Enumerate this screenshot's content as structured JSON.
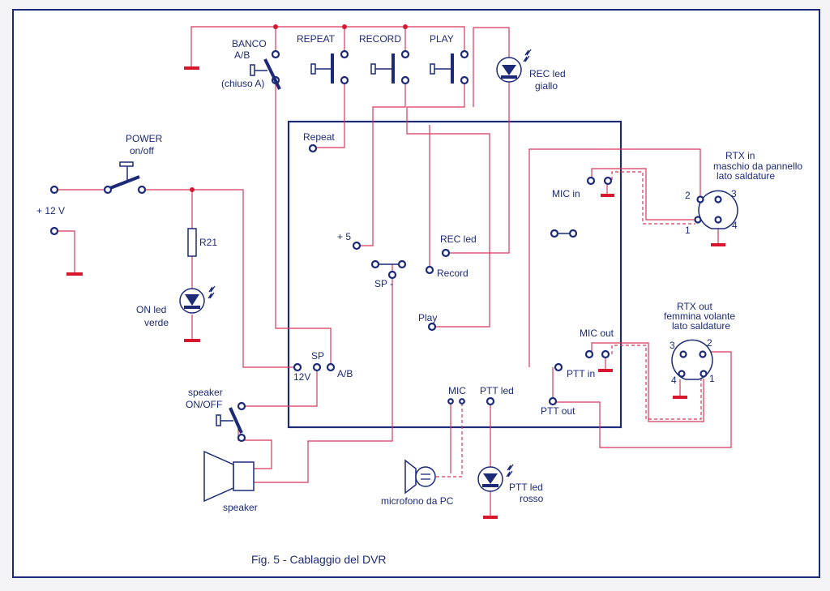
{
  "title": "Fig. 5 - Cablaggio del DVR",
  "colors": {
    "ink": "#1c2a78",
    "wire": "#d8365a",
    "ground": "#d8162e",
    "paper": "#f4f4f6"
  },
  "labels": {
    "banco": "BANCO",
    "ab": "A/B",
    "chiuso": "(chiuso A)",
    "repeat": "REPEAT",
    "record": "RECORD",
    "play": "PLAY",
    "rec_led": "REC led",
    "giallo": "giallo",
    "power": "POWER",
    "onoff": "on/off",
    "plus12v": "+ 12 V",
    "r21": "R21",
    "on_led": "ON led",
    "verde": "verde",
    "pin_repeat": "Repeat",
    "pin_plus5": "+ 5",
    "pin_rec_led": "REC led",
    "pin_record": "Record",
    "pin_sp_minus": "SP -",
    "pin_play": "Play",
    "pin_sp": "SP",
    "pin_12v": "12V",
    "pin_ab": "A/B",
    "pin_mic_in": "MIC in",
    "pin_mic_out": "MIC out",
    "pin_ptt_in": "PTT in",
    "pin_ptt_out": "PTT out",
    "pin_mic": "MIC",
    "pin_ptt_led": "PTT led",
    "rtx_in_1": "RTX in",
    "rtx_in_2": "maschio da pannello",
    "rtx_in_3": "lato saldature",
    "rtx_out_1": "RTX out",
    "rtx_out_2": "femmina volante",
    "rtx_out_3": "lato saldature",
    "speaker_sw_1": "speaker",
    "speaker_sw_2": "ON/OFF",
    "speaker": "speaker",
    "microfono": "microfono da PC",
    "ptt_led_1": "PTT led",
    "ptt_led_2": "rosso",
    "n1": "1",
    "n2": "2",
    "n3": "3",
    "n4": "4"
  }
}
